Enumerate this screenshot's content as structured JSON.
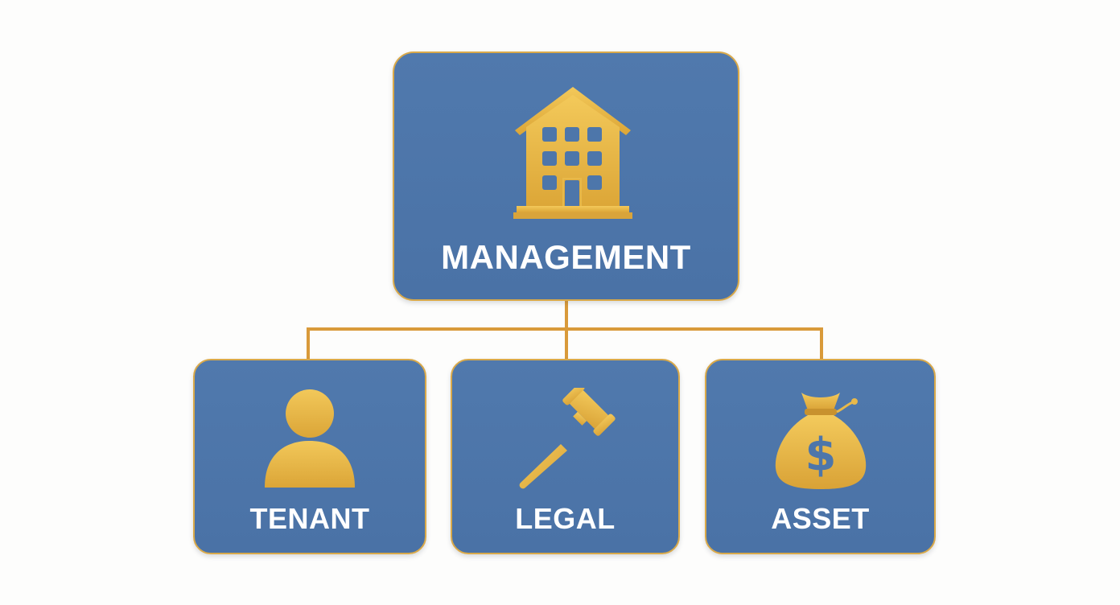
{
  "diagram": {
    "root": {
      "label": "MANAGEMENT",
      "icon": "building-icon"
    },
    "children": [
      {
        "label": "TENANT",
        "icon": "person-icon"
      },
      {
        "label": "LEGAL",
        "icon": "gavel-icon"
      },
      {
        "label": "ASSET",
        "icon": "money-bag-icon"
      }
    ]
  },
  "colors": {
    "box_fill": "#4d76aa",
    "box_border": "#d9a94a",
    "connector": "#d99a3a",
    "icon_gold": "#e8b94a",
    "label_text": "#ffffff",
    "background": "#fdfdfc"
  }
}
